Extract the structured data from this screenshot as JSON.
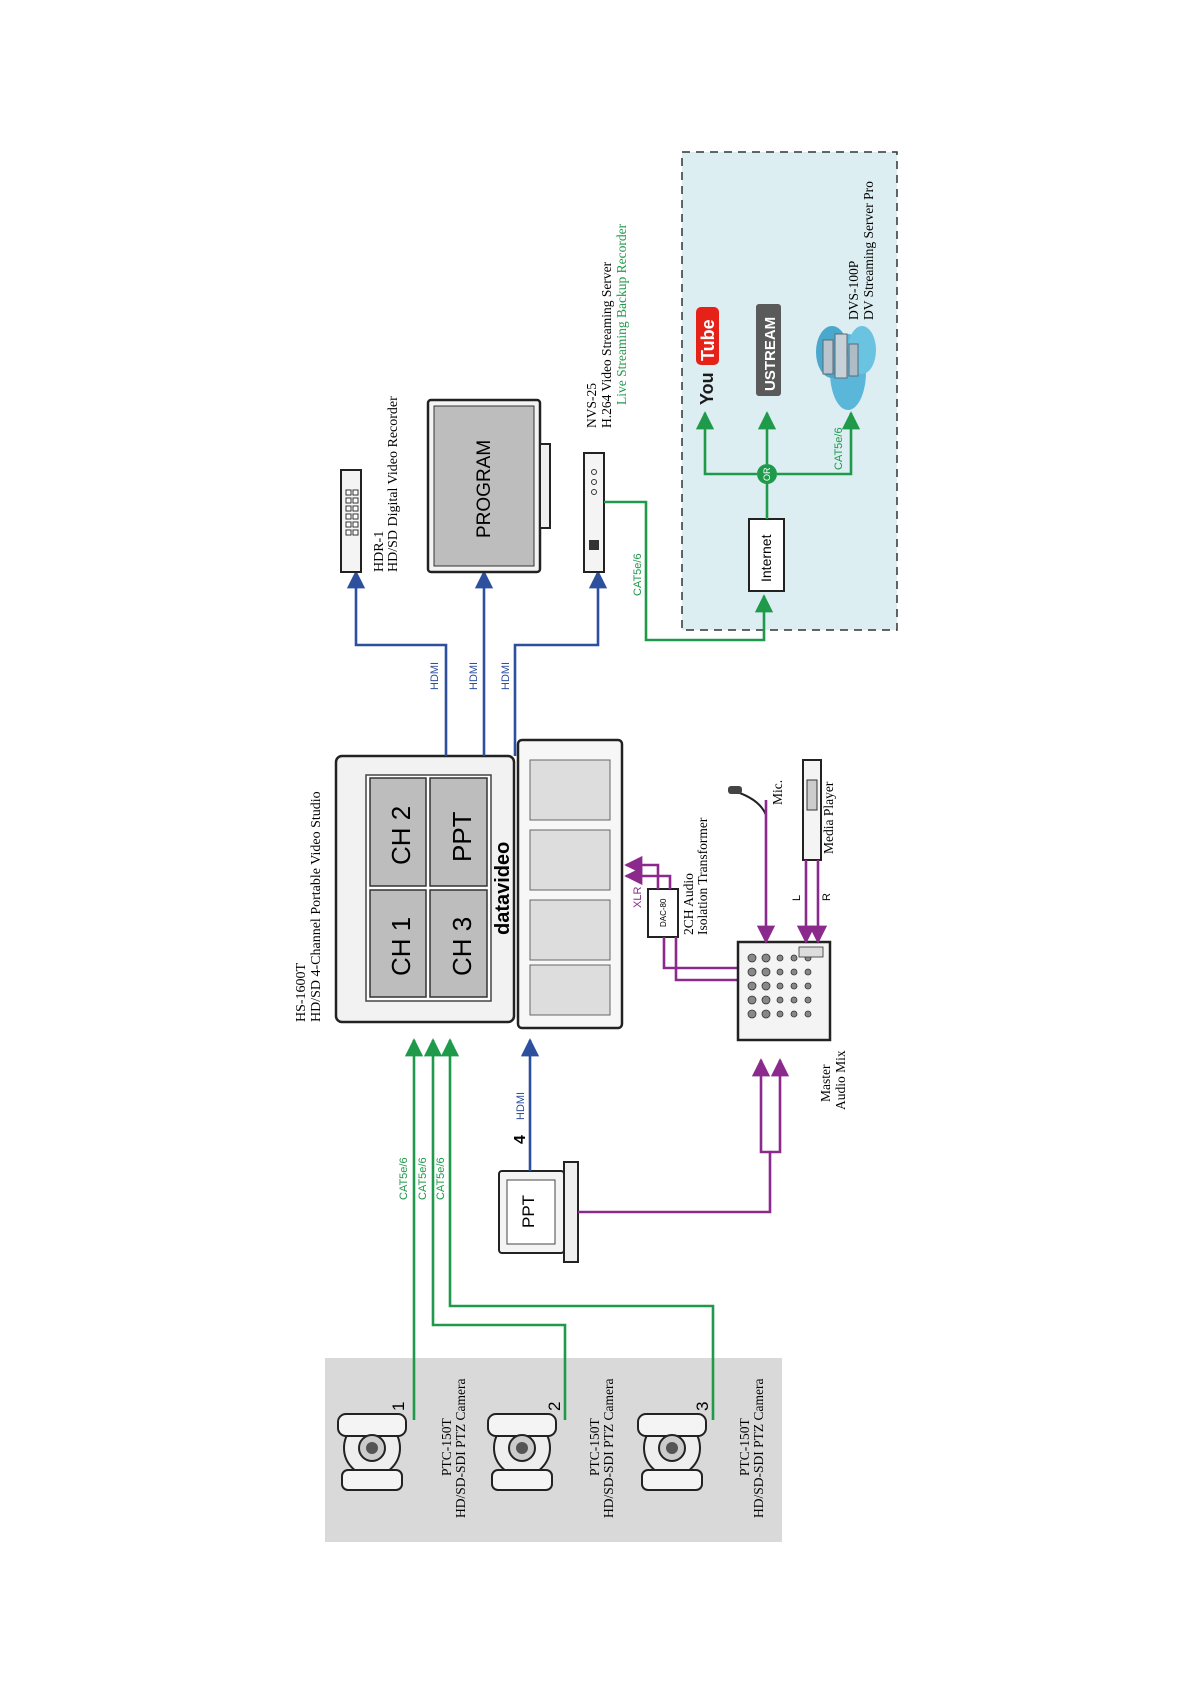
{
  "colors": {
    "green": "#1f9a4b",
    "blue": "#2c4f9e",
    "purple": "#8b2a8c",
    "dark": "#1a1a1a",
    "camera_zone_bg": "#d9d9d9",
    "cloud_zone_bg": "#dceef2",
    "screen_gray": "#bdbdbd",
    "youtube_red": "#e62117",
    "ustream_gray": "#5a5a5a"
  },
  "cameras": [
    {
      "number": "1",
      "model": "PTC-150T",
      "desc": "HD/SD-SDI PTZ Camera"
    },
    {
      "number": "2",
      "model": "PTC-150T",
      "desc": "HD/SD-SDI PTZ Camera"
    },
    {
      "number": "3",
      "model": "PTC-150T",
      "desc": "HD/SD-SDI PTZ Camera"
    }
  ],
  "cables": {
    "cat": "CAT5e/6",
    "hdmi": "HDMI",
    "xlr": "XLR",
    "left": "L",
    "right": "R"
  },
  "studio": {
    "model": "HS-1600T",
    "desc": "HD/SD 4-Channel Portable Video Studio",
    "brand": "datavideo",
    "screens": [
      "CH 1",
      "CH 2",
      "CH 3",
      "PPT"
    ]
  },
  "ppt_laptop": {
    "screen_label": "PPT",
    "input_number": "4"
  },
  "recorder": {
    "model": "HDR-1",
    "desc": "HD/SD Digital Video Recorder"
  },
  "program_monitor": {
    "label": "PROGRAM"
  },
  "streaming_server": {
    "model": "NVS-25",
    "desc": "H.264 Video Streaming Server",
    "note": "Live Streaming Backup Recorder"
  },
  "internet": {
    "label": "Internet",
    "or_label": "OR"
  },
  "youtube": {
    "you": "You",
    "tube": "Tube"
  },
  "ustream": {
    "label": "USTREAM"
  },
  "dvs": {
    "model": "DVS-100P",
    "desc": "DV Streaming Server Pro"
  },
  "audio_transformer": {
    "device": "DAC-80",
    "label1": "2CH Audio",
    "label2": "Isolation Transformer"
  },
  "mic": {
    "label": "Mic."
  },
  "media_player": {
    "label": "Media Player"
  },
  "mixer": {
    "label1": "Master",
    "label2": "Audio Mix"
  }
}
